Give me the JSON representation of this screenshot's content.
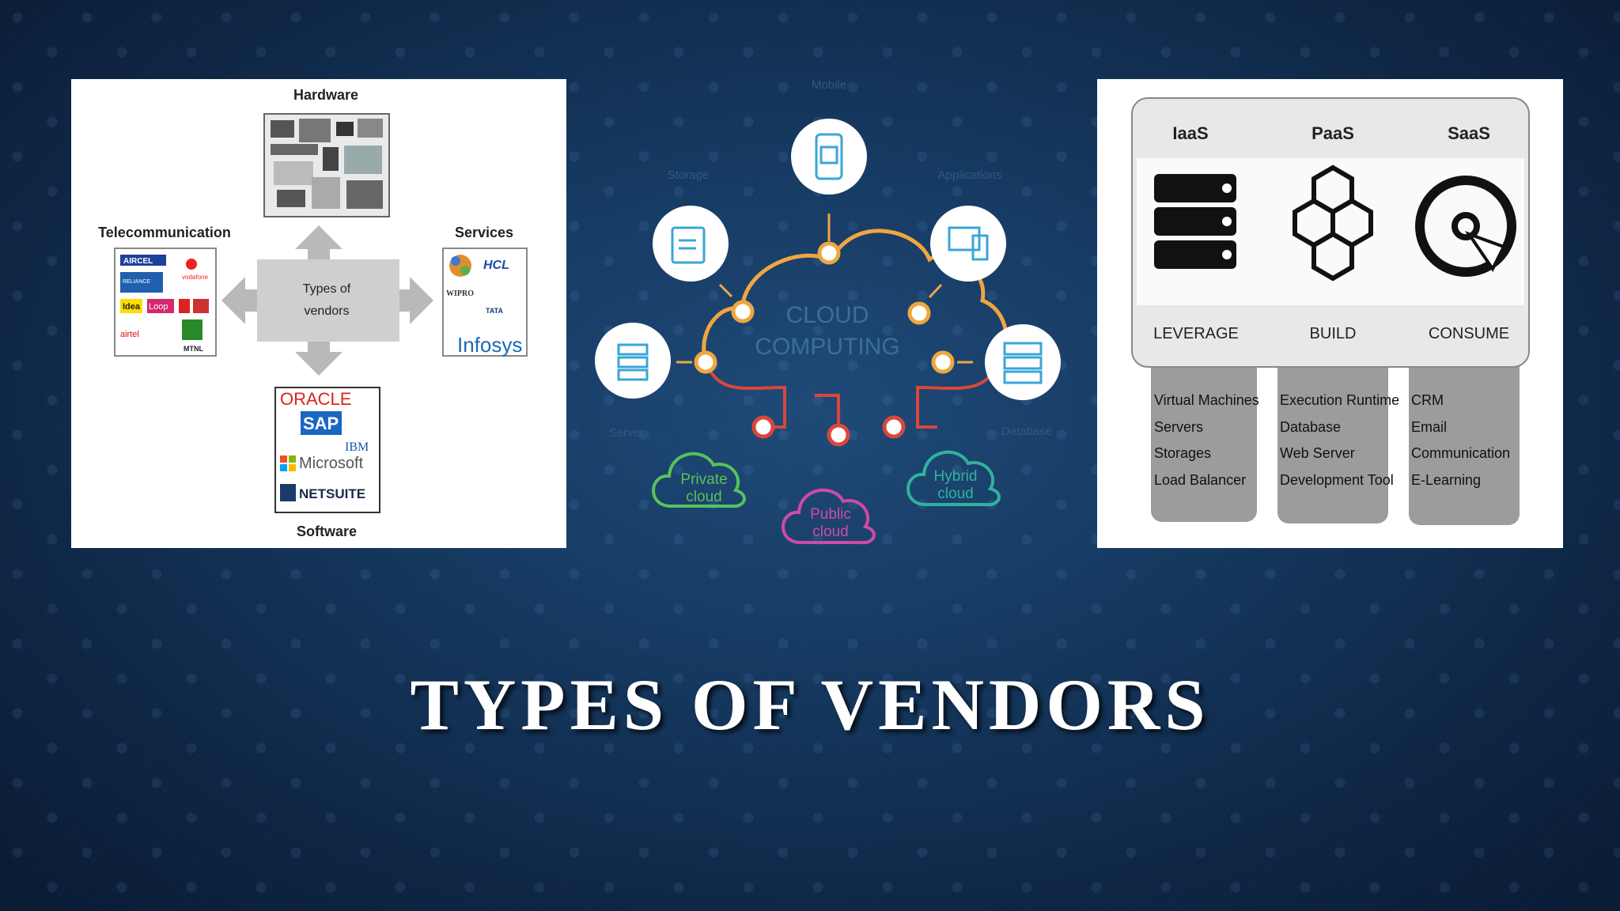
{
  "slide": {
    "title": "TYPES OF VENDORS"
  },
  "left_diagram": {
    "hardware": "Hardware",
    "telecom": "Telecommunication",
    "services": "Services",
    "software": "Software",
    "center_line1": "Types of",
    "center_line2": "vendors",
    "telecom_logos": [
      "AIRCEL",
      "RELIANCE",
      "vodafone",
      "Idea",
      "Loop",
      "airtel",
      "MTNL"
    ],
    "service_logos": [
      "HCL",
      "WIPRO",
      "TATA",
      "Infosys"
    ],
    "software_logos": [
      "ORACLE",
      "SAP",
      "IBM",
      "Microsoft",
      "NETSUITE"
    ]
  },
  "middle_diagram": {
    "center_line1": "CLOUD",
    "center_line2": "COMPUTING",
    "node_mobile": "Mobile",
    "node_storage": "Storage",
    "node_applications": "Applications",
    "node_server": "Server",
    "node_database": "Database",
    "private_cloud_1": "Private",
    "private_cloud_2": "cloud",
    "public_cloud_1": "Public",
    "public_cloud_2": "cloud",
    "hybrid_cloud_1": "Hybrid",
    "hybrid_cloud_2": "cloud"
  },
  "right_diagram": {
    "columns": [
      {
        "head": "IaaS",
        "verb": "LEVERAGE",
        "items": [
          "Virtual Machines",
          "Servers",
          "Storages",
          "Load Balancer"
        ]
      },
      {
        "head": "PaaS",
        "verb": "BUILD",
        "items": [
          "Execution Runtime",
          "Database",
          "Web Server",
          "Development Tool"
        ]
      },
      {
        "head": "SaaS",
        "verb": "CONSUME",
        "items": [
          "CRM",
          "Email",
          "Communication",
          "E-Learning"
        ]
      }
    ]
  },
  "colors": {
    "bg_dark": "#0f2746",
    "accent_cyan": "#3aa6d8",
    "private_green": "#56c25a",
    "public_pink": "#d04aa6",
    "hybrid_teal": "#2fb39b",
    "cloud_orange": "#f0a640",
    "cloud_red": "#d9473a"
  }
}
